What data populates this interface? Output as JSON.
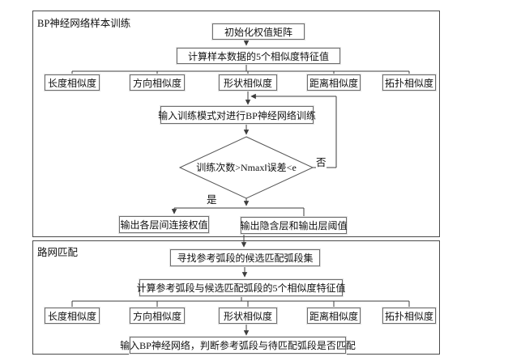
{
  "sections": {
    "training": {
      "label": "BP神经网络样本训练",
      "init_box": "初始化权值矩阵",
      "compute_box": "计算样本数据的5个相似度特征值",
      "similarity_boxes": [
        "长度相似度",
        "方向相似度",
        "形状相似度",
        "距离相似度",
        "拓扑相似度"
      ],
      "train_box": "输入训练模式对进行BP神经网络训练",
      "decision": "训练次数>Nmax‖误差<e",
      "no_label": "否",
      "yes_label": "是",
      "output_weights_box": "输出各层间连接权值",
      "output_threshold_box": "输出隐含层和输出层阈值"
    },
    "matching": {
      "label": "路网匹配",
      "find_box": "寻找参考弧段的候选匹配弧段集",
      "compute_box": "计算参考弧段与候选匹配弧段的5个相似度特征值",
      "similarity_boxes": [
        "长度相似度",
        "方向相似度",
        "形状相似度",
        "距离相似度",
        "拓扑相似度"
      ],
      "judge_box": "输入BP神经网络，判断参考弧段与待匹配弧段是否匹配"
    }
  },
  "colors": {
    "line": "#3d3d3d",
    "box_border": "#6e6e6e",
    "text": "#111111"
  }
}
